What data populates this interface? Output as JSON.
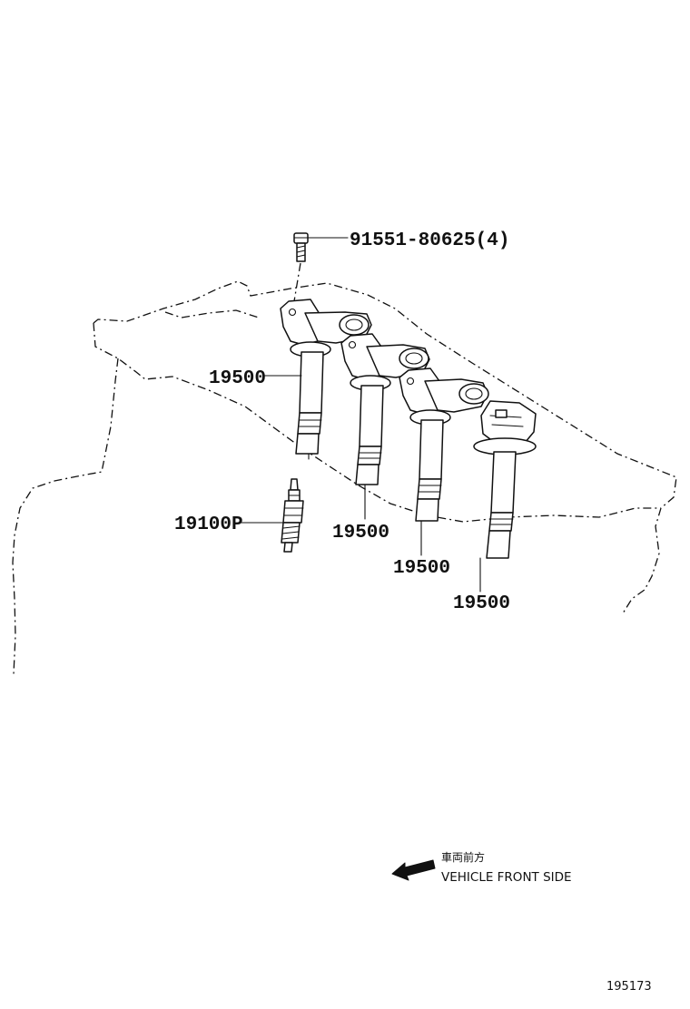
{
  "callouts": {
    "bolt": "91551-80625(4)",
    "coil_1": "19500",
    "coil_2": "19500",
    "coil_3": "19500",
    "coil_4": "19500",
    "spark_plug": "19100P"
  },
  "legend": {
    "japanese": "車両前方",
    "english": "VEHICLE FRONT SIDE"
  },
  "figure_id": "195173"
}
